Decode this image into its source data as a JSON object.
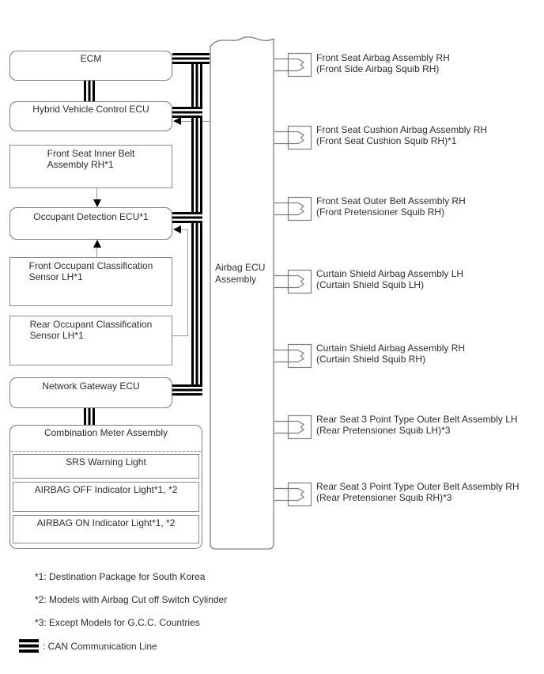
{
  "diagram": {
    "left_boxes": {
      "ecm": {
        "label": "ECM"
      },
      "hybrid": {
        "label": "Hybrid Vehicle Control ECU"
      },
      "inner_belt": {
        "line1": "Front Seat Inner Belt",
        "line2": "Assembly RH*1"
      },
      "occupant_detection": {
        "label": "Occupant Detection ECU*1"
      },
      "front_occupant_sensor": {
        "line1": "Front Occupant Classification",
        "line2": "Sensor LH*1"
      },
      "rear_occupant_sensor": {
        "line1": "Rear Occupant Classification",
        "line2": "Sensor LH*1"
      },
      "network_gateway": {
        "label": "Network Gateway ECU"
      },
      "combination_meter": {
        "label": "Combination Meter Assembly",
        "items": [
          {
            "label": "SRS Warning Light"
          },
          {
            "label": "AIRBAG OFF Indicator Light*1, *2"
          },
          {
            "label": "AIRBAG ON Indicator Light*1, *2"
          }
        ]
      }
    },
    "center_box": {
      "line1": "Airbag ECU",
      "line2": "Assembly"
    },
    "right_items": [
      {
        "line1": "Front Seat Airbag Assembly RH",
        "line2": "(Front Side Airbag Squib RH)"
      },
      {
        "line1": "Front Seat Cushion Airbag Assembly RH",
        "line2": "(Front Seat Cushion Squib RH)*1"
      },
      {
        "line1": "Front Seat Outer Belt Assembly RH",
        "line2": "(Front Pretensioner Squib RH)"
      },
      {
        "line1": "Curtain Shield Airbag Assembly LH",
        "line2": "(Curtain Shield Squib LH)"
      },
      {
        "line1": "Curtain Shield Airbag Assembly RH",
        "line2": "(Curtain Shield Squib RH)"
      },
      {
        "line1": "Rear Seat 3 Point Type Outer Belt Assembly LH",
        "line2": "(Rear Pretensioner Squib LH)*3"
      },
      {
        "line1": "Rear Seat 3 Point Type Outer Belt Assembly RH",
        "line2": "(Rear Pretensioner Squib RH)*3"
      }
    ],
    "footnotes": [
      "*1: Destination Package for South Korea",
      "*2: Models with Airbag Cut off Switch Cylinder",
      "*3: Except Models for G.C.C. Countries"
    ],
    "legend": {
      "can_label": ": CAN Communication Line"
    },
    "colors": {
      "line": "#000000",
      "box_border": "#7d7d7d",
      "text": "#2e2e2e",
      "thin_wire": "#999999"
    }
  }
}
